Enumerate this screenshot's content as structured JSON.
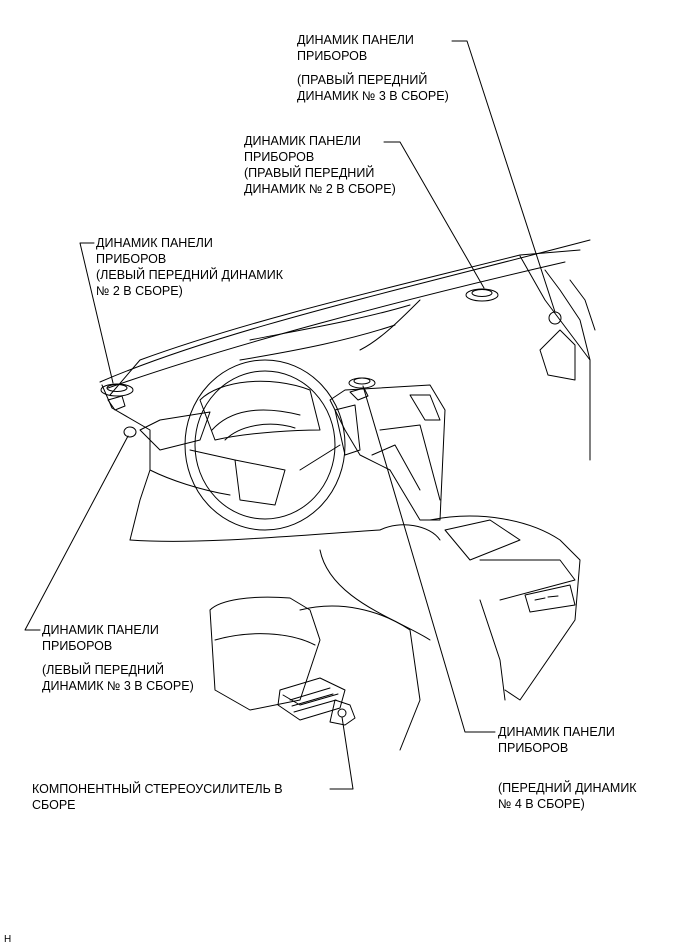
{
  "callouts": {
    "right_front_3": {
      "line1": "ДИНАМИК ПАНЕЛИ",
      "line2": "ПРИБОРОВ",
      "line3": "(ПРАВЫЙ ПЕРЕДНИЙ",
      "line4": "ДИНАМИК № 3 В СБОРЕ)"
    },
    "right_front_2": {
      "line1": "ДИНАМИК ПАНЕЛИ",
      "line2": "ПРИБОРОВ",
      "line3": "(ПРАВЫЙ ПЕРЕДНИЙ",
      "line4": "ДИНАМИК № 2 В СБОРЕ)"
    },
    "left_front_2": {
      "line1": "ДИНАМИК ПАНЕЛИ",
      "line2": "ПРИБОРОВ",
      "line3": "(ЛЕВЫЙ ПЕРЕДНИЙ ДИНАМИК",
      "line4": "№ 2 В СБОРЕ)"
    },
    "left_front_3": {
      "line1": "ДИНАМИК ПАНЕЛИ",
      "line2": "ПРИБОРОВ",
      "line3": "(ЛЕВЫЙ ПЕРЕДНИЙ",
      "line4": "ДИНАМИК № 3 В СБОРЕ)"
    },
    "front_4": {
      "line1": "ДИНАМИК ПАНЕЛИ",
      "line2": "ПРИБОРОВ",
      "line3": "(ПЕРЕДНИЙ ДИНАМИК",
      "line4": "№ 4 В СБОРЕ)"
    },
    "amplifier": {
      "line1": "КОМПОНЕНТНЫЙ СТЕРЕОУСИЛИТЕЛЬ В",
      "line2": "СБОРЕ"
    }
  },
  "corner_code": "H"
}
